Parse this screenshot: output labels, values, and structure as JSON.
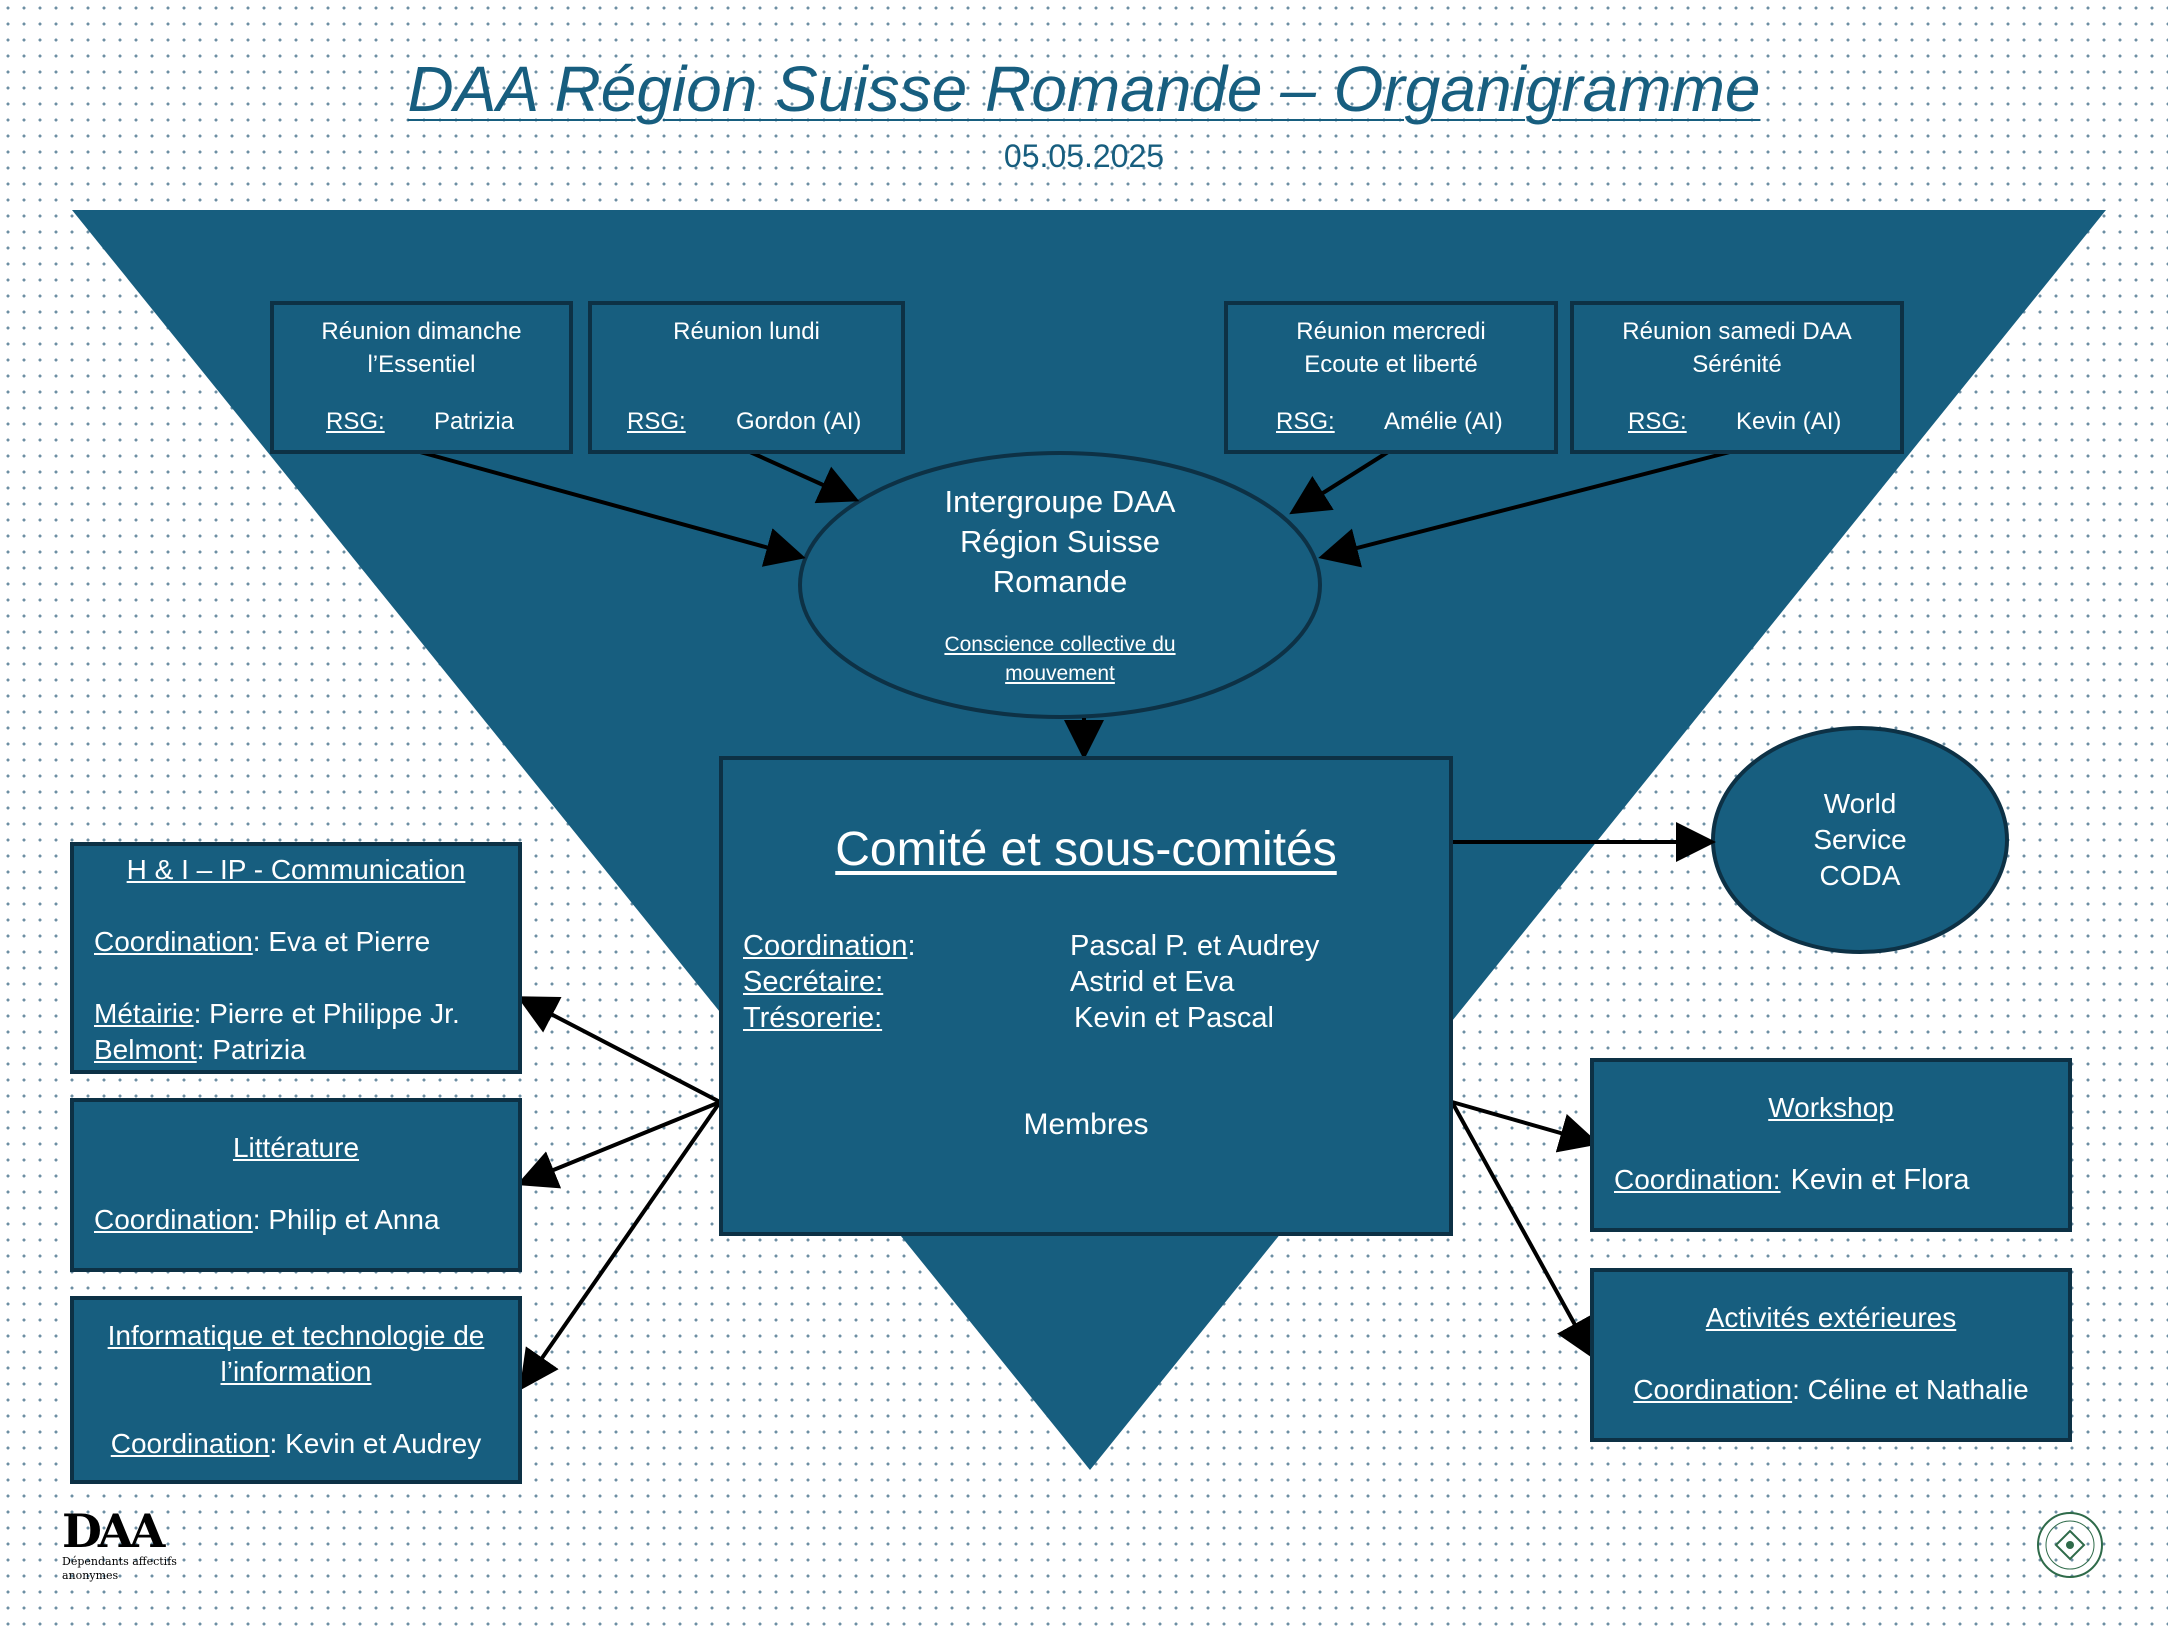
{
  "header": {
    "title": "DAA Région Suisse Romande – Organigramme",
    "date": "05.05.2025"
  },
  "meetings": [
    {
      "name_line1": "Réunion dimanche",
      "name_line2": "l’Essentiel",
      "rsg_label": "RSG:",
      "rsg_value": "Patrizia"
    },
    {
      "name_line1": "Réunion lundi",
      "name_line2": "",
      "rsg_label": "RSG:",
      "rsg_value": "Gordon (AI)"
    },
    {
      "name_line1": "Réunion mercredi",
      "name_line2": "Ecoute et liberté",
      "rsg_label": "RSG:",
      "rsg_value": "Amélie (AI)"
    },
    {
      "name_line1": "Réunion samedi DAA",
      "name_line2": "Sérénité",
      "rsg_label": "RSG:",
      "rsg_value": "Kevin (AI)"
    }
  ],
  "intergroup": {
    "line1": "Intergroupe DAA",
    "line2": "Région Suisse",
    "line3": "Romande",
    "sub_line1": "Conscience collective du",
    "sub_line2": "mouvement"
  },
  "committee": {
    "title": "Comité et sous-comités",
    "rows": [
      {
        "label": "Coordination",
        "suffix": ":",
        "value": "Pascal P. et Audrey"
      },
      {
        "label": "Secrétaire:",
        "suffix": "",
        "value": "Astrid et Eva"
      },
      {
        "label": "Trésorerie:",
        "suffix": "",
        "value": "Kevin et Pascal"
      }
    ],
    "members": "Membres"
  },
  "world_service": {
    "line1": "World",
    "line2": "Service",
    "line3": "CODA"
  },
  "left_committees": {
    "hi": {
      "title": "H & I – IP  - Communication",
      "coord_label": "Coordination",
      "coord_value": ": Eva et Pierre",
      "metairie_label": "Métairie",
      "metairie_value": ": Pierre et Philippe Jr.",
      "belmont_label": "Belmont",
      "belmont_value": ": Patrizia"
    },
    "literature": {
      "title": "Littérature",
      "coord_label": "Coordination",
      "coord_value": ": Philip et Anna"
    },
    "it": {
      "title_line1": "Informatique et technologie de",
      "title_line2": "l’information",
      "coord_label": "Coordination",
      "coord_value": ": Kevin et Audrey"
    }
  },
  "right_committees": {
    "workshop": {
      "title": "Workshop",
      "coord_label": "Coordination:",
      "coord_value": "Kevin et Flora"
    },
    "activities": {
      "title": "Activités extérieures",
      "coord_label": "Coordination",
      "coord_value": ": Céline et Nathalie"
    }
  },
  "logo": {
    "mark": "DAA",
    "subtitle_line1": "Dépendants affectifs",
    "subtitle_line2": "anonymes"
  },
  "colors": {
    "primary": "#175e7f",
    "border": "#0d3145",
    "text_light": "#ffffff",
    "dots": "#6d8fa3"
  }
}
